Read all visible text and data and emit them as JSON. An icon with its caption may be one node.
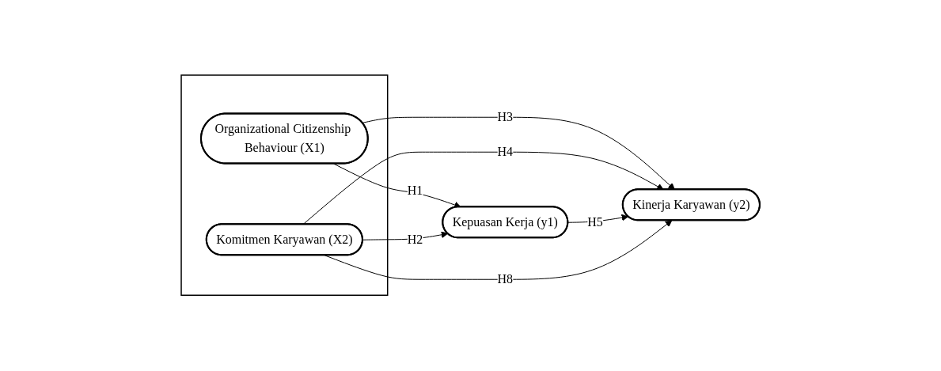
{
  "diagram": {
    "nodes": [
      {
        "text": [],
        "shape": "box"
      },
      {
        "text": [
          "Organizational Citizenship Behaviour (X1)"
        ],
        "in": 0
      },
      {
        "text": [
          "Komitmen Karyawan (X2)"
        ],
        "in": 0
      },
      {
        "text": [
          "Kepuasan Kerja (y1)"
        ]
      },
      {
        "text": [
          "Kinerja Karyawan (y2)"
        ]
      }
    ],
    "edges": [
      {
        "from": 1,
        "to": 3,
        "arrow": "to",
        "label": "H1"
      },
      {
        "from": 2,
        "to": 3,
        "arrow": "to",
        "label": "H2"
      },
      {
        "from": 1,
        "to": 4,
        "arrow": "to",
        "label": "H3"
      },
      {
        "from": 2,
        "to": 4,
        "arrow": "to",
        "label": "H4"
      },
      {
        "from": 3,
        "to": 4,
        "arrow": "to",
        "label": "H5"
      },
      {
        "from": 2,
        "to": 4,
        "arrow": "to",
        "label": "H8"
      }
    ]
  }
}
